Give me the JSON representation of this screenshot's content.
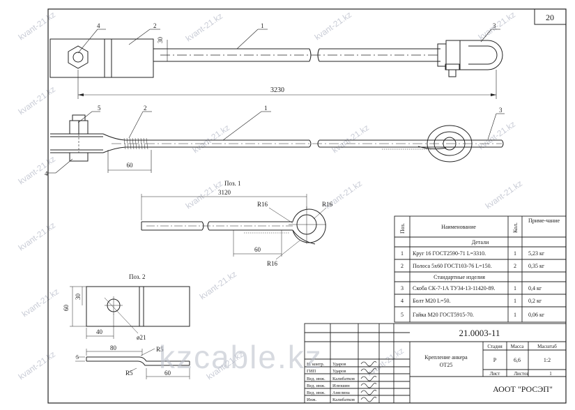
{
  "sheet_number": "20",
  "callouts": {
    "top_view": [
      "4",
      "2",
      "1",
      "3"
    ],
    "side_view": [
      "5",
      "2",
      "1",
      "3",
      "4"
    ]
  },
  "dims": {
    "d30_top": "30",
    "d3230": "3230",
    "d60_side": "60",
    "d3120": "3120",
    "r16_a": "R16",
    "r16_b": "R16",
    "r16_c": "R16",
    "d60_pos1": "60",
    "d30_pos2": "30",
    "d60_pos2": "60",
    "d40_pos2": "40",
    "d21_pos2": "ø21",
    "d80_pos2": "80",
    "d5_pos2": "5",
    "r5_a": "R5",
    "r5_b": "R5",
    "d60b_pos2": "60"
  },
  "pos1_label": "Поз. 1",
  "pos2_label": "Поз. 2",
  "spec": {
    "headers": [
      "Поз.",
      "Наименование",
      "Кол.",
      "Приме-чание"
    ],
    "section_details": "Детали",
    "section_standard": "Стандартные изделия",
    "rows": [
      {
        "pos": "1",
        "name": "Круг 16 ГОСТ2590-71 L=3310.",
        "qty": "1",
        "note": "5,23 кг"
      },
      {
        "pos": "2",
        "name": "Полоса 5х60 ГОСТ103-76 L=150.",
        "qty": "2",
        "note": "0,35 кг"
      },
      {
        "pos": "3",
        "name": "Скоба СК-7-1А ТУ34-13-11420-89.",
        "qty": "1",
        "note": "0,4 кг"
      },
      {
        "pos": "4",
        "name": "Болт М20 L=50.",
        "qty": "1",
        "note": "0,2 кг"
      },
      {
        "pos": "5",
        "name": "Гайка М20 ГОСТ5915-70.",
        "qty": "1",
        "note": "0,06 кг"
      }
    ]
  },
  "title_block": {
    "doc_number": "21.0003-11",
    "title_line1": "Крепление анкера",
    "title_line2": "ОТ25",
    "stage_label": "Стадия",
    "mass_label": "Масса",
    "scale_label": "Масштаб",
    "stage": "Р",
    "mass": "6,6",
    "scale": "1:2",
    "sheet_label": "Лист",
    "sheets_label": "Листов",
    "sheets": "1",
    "org": "АООТ \"РОСЭП\"",
    "people": [
      {
        "role": "Н. контр.",
        "name": "Ударов"
      },
      {
        "role": "ГИП",
        "name": "Ударов"
      },
      {
        "role": "Вед. инж.",
        "name": "Калибатков"
      },
      {
        "role": "Вед. инж.",
        "name": "Илюшин"
      },
      {
        "role": "Вед. инж.",
        "name": "Амелина"
      },
      {
        "role": "Инж.",
        "name": "Калибатков"
      }
    ]
  },
  "watermark_small": "kvant-21.kz",
  "watermark_big": "kzcable.kz"
}
